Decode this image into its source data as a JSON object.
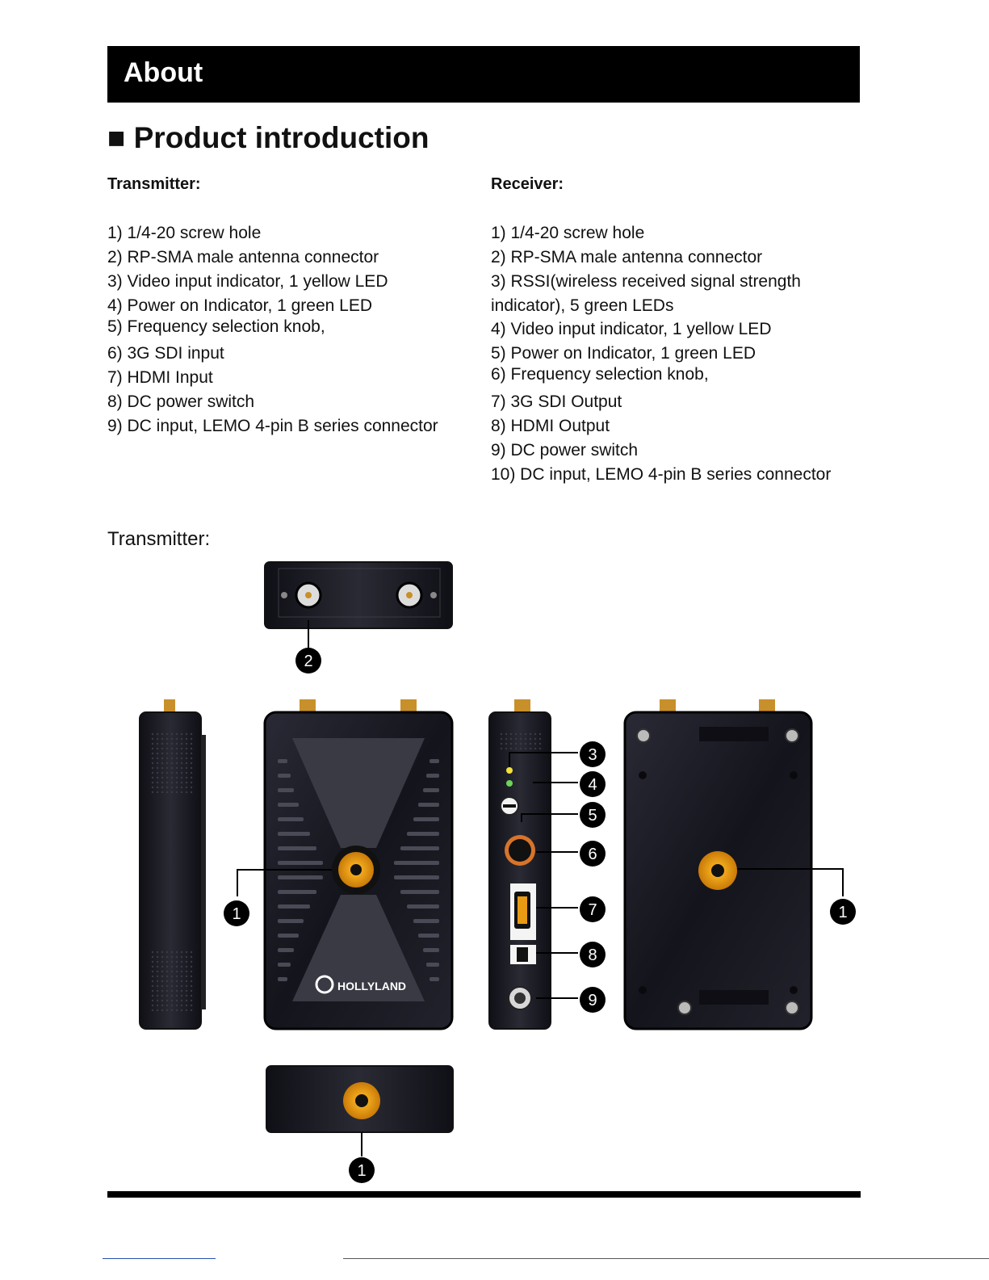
{
  "header": {
    "title": "About"
  },
  "section": {
    "title": "■ Product introduction"
  },
  "transmitter": {
    "heading": "Transmitter:",
    "items": [
      "1) 1/4-20 screw hole",
      "2) RP-SMA male antenna connector",
      "3) Video input indicator, 1 yellow LED",
      "4) Power on Indicator, 1 green LED",
      "5) Frequency selection knob,",
      "6) 3G SDI input",
      "7) HDMI Input",
      "8) DC power switch",
      "9) DC input, LEMO 4-pin B series connector"
    ]
  },
  "receiver": {
    "heading": "Receiver:",
    "items": [
      "1) 1/4-20 screw hole",
      "2) RP-SMA male antenna connector",
      "3) RSSI(wireless received signal strength",
      "indicator), 5 green LEDs",
      "4) Video input indicator, 1 yellow LED",
      "5) Power on Indicator, 1 green LED",
      "6) Frequency selection knob,",
      "7) 3G SDI Output",
      "8) HDMI Output",
      "9) DC power switch",
      "10) DC input, LEMO 4-pin B series connector"
    ]
  },
  "figure": {
    "heading": "Transmitter:",
    "brand": "HOLLYLAND",
    "callouts": [
      "1",
      "2",
      "3",
      "4",
      "5",
      "6",
      "7",
      "8",
      "9",
      "1",
      "1"
    ],
    "colors": {
      "body": "#1b1b24",
      "accent": "#e89a14",
      "antenna": "#c8902a"
    }
  }
}
